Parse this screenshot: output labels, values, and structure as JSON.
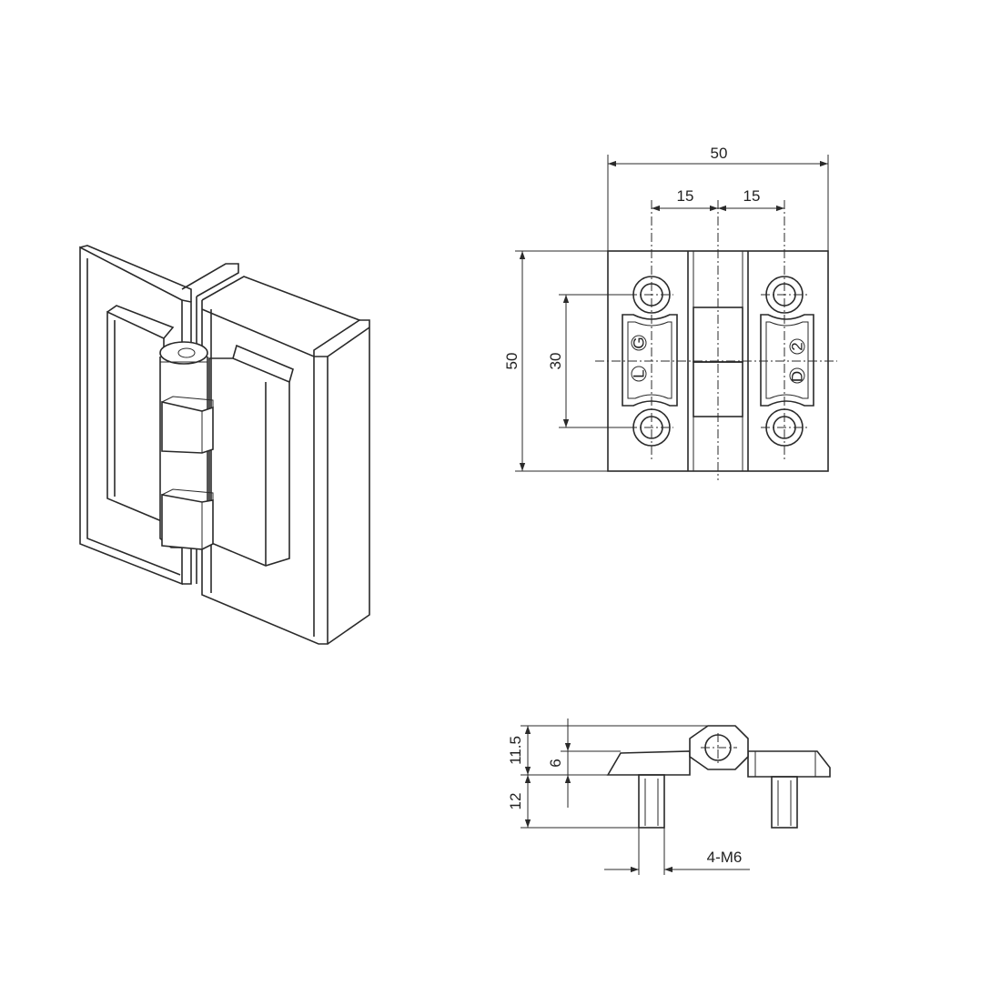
{
  "diagram": {
    "line_color": "#2a2a2a",
    "background": "#ffffff",
    "dimensions": {
      "top_width": "50",
      "left_offset": "15",
      "right_offset": "15",
      "total_height": "50",
      "hole_spacing": "30",
      "side_height_total": "11.5",
      "side_leaf_thickness": "6",
      "stud_length": "12",
      "thread_spec": "4-M6"
    },
    "markings": {
      "left_upper": "G",
      "left_lower": "L",
      "right_upper": "2",
      "right_lower": "D"
    }
  }
}
